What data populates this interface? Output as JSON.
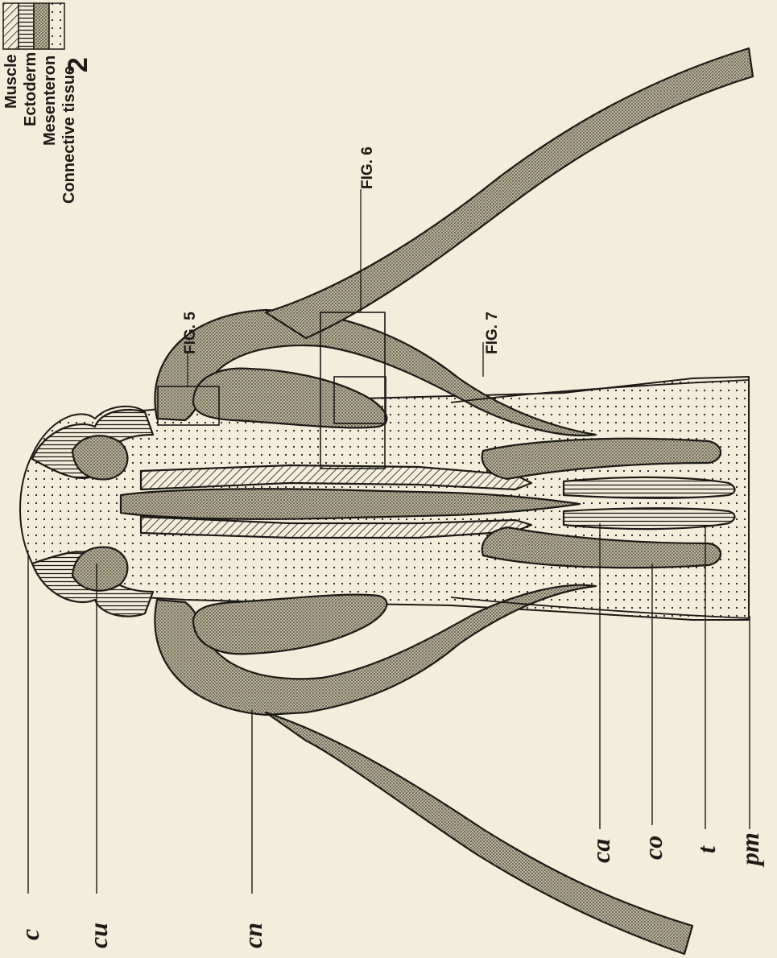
{
  "figure_number": "2",
  "legend": {
    "items": [
      {
        "label": "Muscle",
        "pattern": "diag-hatch"
      },
      {
        "label": "Ectoderm",
        "pattern": "horiz-hatch"
      },
      {
        "label": "Mesenteron",
        "pattern": "stipple"
      },
      {
        "label": "Connective tissue",
        "pattern": "dot"
      }
    ]
  },
  "figure_refs": {
    "fig5": "FIG. 5",
    "fig6": "FIG. 6",
    "fig7": "FIG. 7"
  },
  "labels": {
    "c": "c",
    "cu": "cu",
    "cn": "cn",
    "ca": "ca",
    "co": "co",
    "t": "t",
    "pm": "pm"
  },
  "colors": {
    "paper": "#f3eedb",
    "ink": "#1c1a14",
    "bleed_text": "#4a4430"
  }
}
